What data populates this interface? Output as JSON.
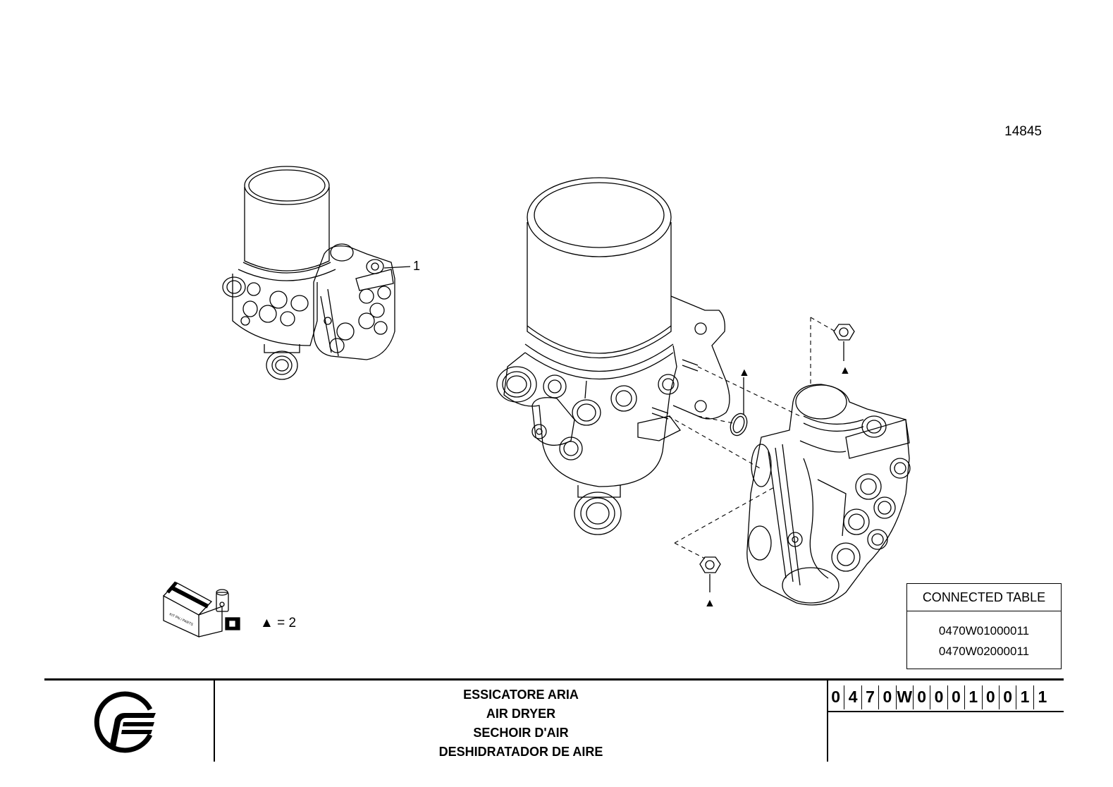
{
  "drawing_number": "14845",
  "callout_1": "1",
  "legend": {
    "symbol": "▲",
    "text": "▲ = 2"
  },
  "triangle_markers": [
    "▲",
    "▲",
    "▲"
  ],
  "connected_table": {
    "header": "CONNECTED TABLE",
    "rows": [
      "0470W01000011",
      "0470W02000011"
    ]
  },
  "title_block": {
    "titles": [
      "ESSICATORE ARIA",
      "AIR DRYER",
      "SECHOIR D'AIR",
      "DESHIDRATADOR DE AIRE"
    ],
    "code_chars": [
      "0",
      "4",
      "7",
      "0",
      "W",
      "0",
      "0",
      "0",
      "1",
      "0",
      "0",
      "1",
      "1"
    ]
  },
  "kit_box_label": "KIT PN / PARTS"
}
